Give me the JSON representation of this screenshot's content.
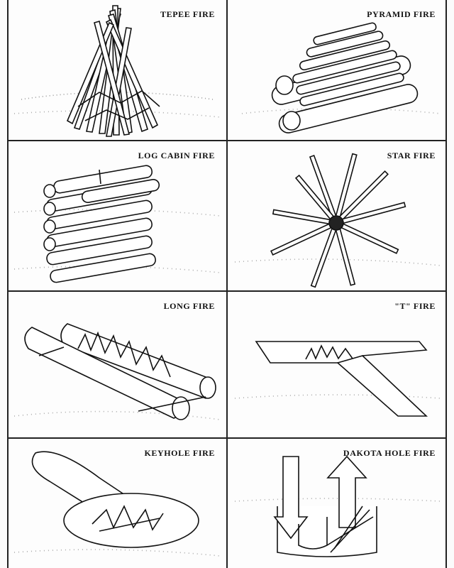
{
  "panels": [
    {
      "title": "TEPEE FIRE",
      "icon": "tepee-fire-icon"
    },
    {
      "title": "PYRAMID FIRE",
      "icon": "pyramid-fire-icon"
    },
    {
      "title": "LOG CABIN FIRE",
      "icon": "log-cabin-fire-icon"
    },
    {
      "title": "STAR FIRE",
      "icon": "star-fire-icon"
    },
    {
      "title": "LONG FIRE",
      "icon": "long-fire-icon"
    },
    {
      "title": "\"T\" FIRE",
      "icon": "t-fire-icon"
    },
    {
      "title": "KEYHOLE FIRE",
      "icon": "keyhole-fire-icon"
    },
    {
      "title": "DAKOTA HOLE FIRE",
      "icon": "dakota-hole-fire-icon"
    }
  ],
  "colors": {
    "ink": "#111111",
    "paper": "#fdfdfd",
    "log": "#ffffff"
  }
}
